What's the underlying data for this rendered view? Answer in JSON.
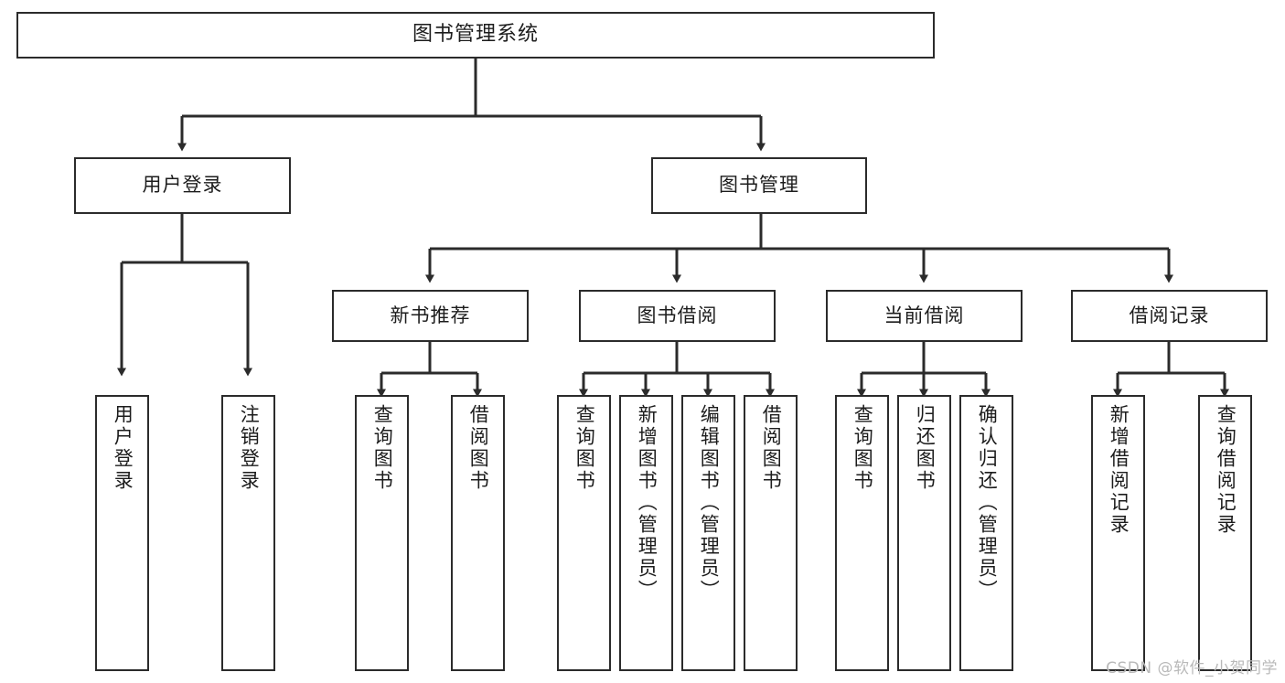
{
  "diagram": {
    "title": "图书管理系统",
    "type": "functional-hierarchy-tree",
    "background_color": "#ffffff",
    "line_color": "#2b2b2b",
    "text_color": "#1c1c1c"
  },
  "nodes": {
    "root": {
      "label": "图书管理系统",
      "level": 1
    },
    "level2": [
      {
        "id": "user-login",
        "label": "用户登录"
      },
      {
        "id": "book-management",
        "label": "图书管理"
      }
    ],
    "level3": [
      {
        "id": "new-book-recommend",
        "label": "新书推荐",
        "parent": "book-management"
      },
      {
        "id": "book-borrow",
        "label": "图书借阅",
        "parent": "book-management"
      },
      {
        "id": "current-borrow",
        "label": "当前借阅",
        "parent": "book-management"
      },
      {
        "id": "borrow-record",
        "label": "借阅记录",
        "parent": "book-management"
      }
    ],
    "leaves": {
      "user-login": [
        {
          "id": "leaf-user-login",
          "label": "用户登录"
        },
        {
          "id": "leaf-logout",
          "label": "注销登录"
        }
      ],
      "new-book-recommend": [
        {
          "id": "leaf-query-book-1",
          "label": "查询图书"
        },
        {
          "id": "leaf-borrow-book-1",
          "label": "借阅图书"
        }
      ],
      "book-borrow": [
        {
          "id": "leaf-query-book-2",
          "label": "查询图书"
        },
        {
          "id": "leaf-add-book",
          "label": "新增图书（管理员）"
        },
        {
          "id": "leaf-edit-book",
          "label": "编辑图书（管理员）"
        },
        {
          "id": "leaf-borrow-book-2",
          "label": "借阅图书"
        }
      ],
      "current-borrow": [
        {
          "id": "leaf-query-book-3",
          "label": "查询图书"
        },
        {
          "id": "leaf-return-book",
          "label": "归还图书"
        },
        {
          "id": "leaf-confirm-return",
          "label": "确认归还（管理员）"
        }
      ],
      "borrow-record": [
        {
          "id": "leaf-add-record",
          "label": "新增借阅记录"
        },
        {
          "id": "leaf-query-record",
          "label": "查询借阅记录"
        }
      ]
    }
  },
  "watermark": {
    "text": "CSDN @软件_小贺同学"
  }
}
